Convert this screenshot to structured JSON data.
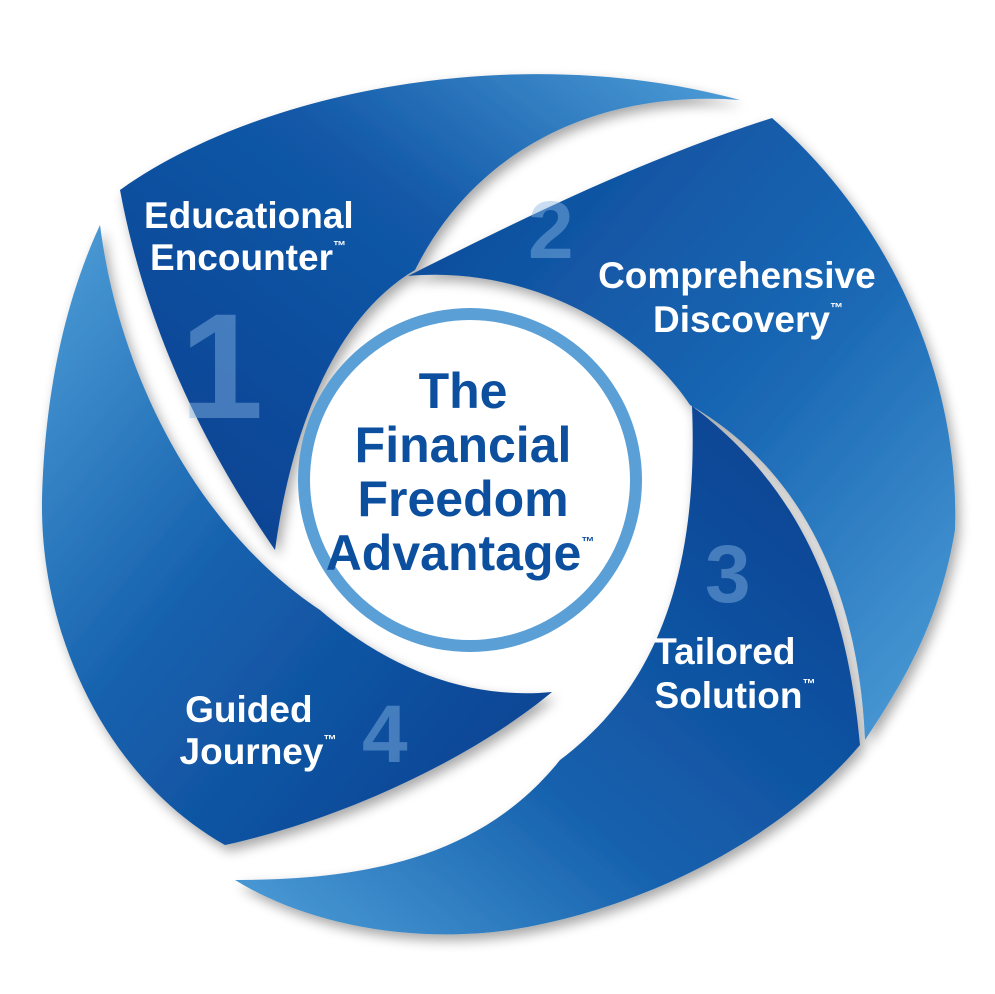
{
  "center": {
    "line1": "The",
    "line2": "Financial",
    "line3": "Freedom",
    "line4": "Advantage",
    "trademark": "™"
  },
  "steps": [
    {
      "number": "1",
      "line1": "Educational",
      "line2": "Encounter",
      "trademark": "™"
    },
    {
      "number": "2",
      "line1": "Comprehensive",
      "line2": "Discovery",
      "trademark": "™"
    },
    {
      "number": "3",
      "line1": "Tailored",
      "line2": "Solution",
      "trademark": "™"
    },
    {
      "number": "4",
      "line1": "Guided",
      "line2": "Journey",
      "trademark": "™"
    }
  ],
  "colors": {
    "blade_dark": "#083f8f",
    "blade_mid": "#1560ad",
    "blade_light": "#4f9fd8",
    "center_ring": "#5a9fd6",
    "center_text": "#0b4f9e",
    "number_tint": "#8ab7e6"
  }
}
